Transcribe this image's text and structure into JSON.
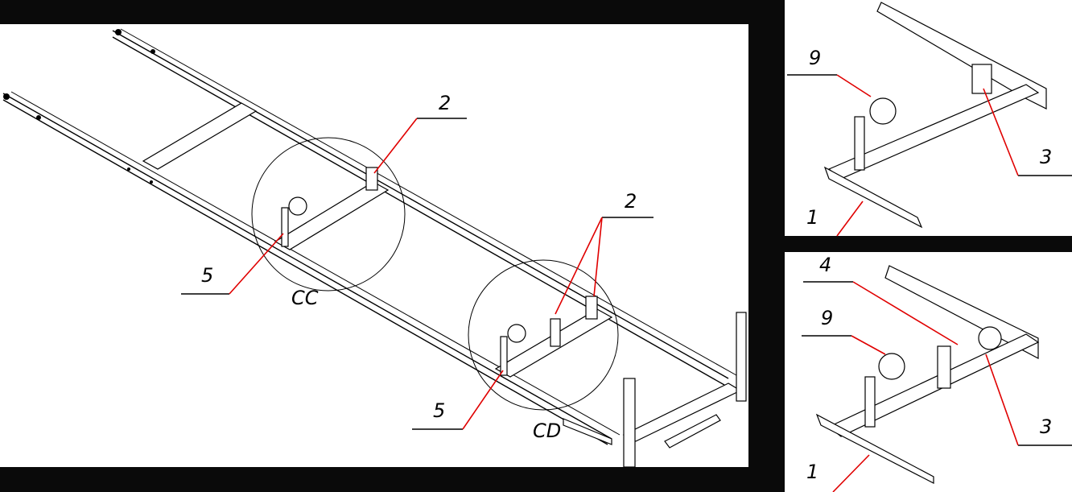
{
  "main_view": {
    "callouts": {
      "top_2": "2",
      "right_2": "2",
      "left_5": "5",
      "bottom_5": "5"
    },
    "detail_labels": {
      "cc": "CC",
      "cd": "CD"
    }
  },
  "detail_top": {
    "callouts": {
      "nine": "9",
      "three": "3",
      "one": "1"
    }
  },
  "detail_bottom": {
    "callouts": {
      "four": "4",
      "nine": "9",
      "three": "3",
      "one": "1"
    }
  },
  "colors": {
    "background": "#0a0a0a",
    "paper": "#ffffff",
    "leader": "#e00000",
    "ink": "#000000"
  }
}
